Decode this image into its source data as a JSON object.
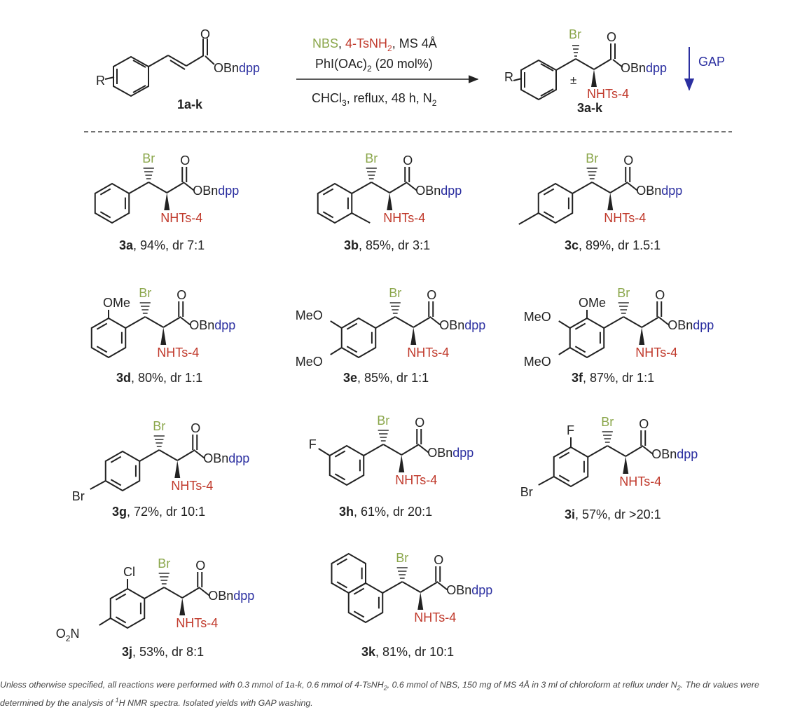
{
  "colors": {
    "green": "#8aa64a",
    "red": "#c0392b",
    "blue": "#2b2fa0",
    "black": "#222222"
  },
  "scheme": {
    "reagent": {
      "name": "1a-k",
      "r": "R",
      "ester_o": "OBn",
      "ester_gap": "dpp",
      "carbonyl": "O"
    },
    "conditions": {
      "nbs": "NBS",
      "comma1": ", ",
      "tsnh_base": "4-TsNH",
      "tsnh_sub": "2",
      "ms": ", MS 4Å",
      "line2_base": "PhI(OAc)",
      "line2_sub": "2",
      "line2_rest": " (20 mol%)",
      "line3_base": "CHCl",
      "line3_sub": "3",
      "line3_mid": ", reflux, 48 h, N",
      "line3_sub2": "2"
    },
    "product": {
      "name": "3a-k",
      "pm": "±",
      "r": "R"
    },
    "gap_label": "GAP"
  },
  "labels": {
    "br": "Br",
    "o": "O",
    "obn": "OBn",
    "dpp": "dpp",
    "nhts": "NHTs-4",
    "ome": "OMe",
    "meo": "MeO",
    "f": "F",
    "cl": "Cl",
    "o2n_a": "O",
    "o2n_sub": "2",
    "o2n_b": "N"
  },
  "products": [
    {
      "id": "3a",
      "rest": ", 94%, dr 7:1"
    },
    {
      "id": "3b",
      "rest": ", 85%, dr 3:1"
    },
    {
      "id": "3c",
      "rest": ", 89%, dr 1.5:1"
    },
    {
      "id": "3d",
      "rest": ", 80%, dr 1:1"
    },
    {
      "id": "3e",
      "rest": ", 85%, dr 1:1"
    },
    {
      "id": "3f",
      "rest": ", 87%, dr 1:1"
    },
    {
      "id": "3g",
      "rest": ", 72%, dr 10:1"
    },
    {
      "id": "3h",
      "rest": ", 61%, dr 20:1"
    },
    {
      "id": "3i",
      "rest": ", 57%, dr >20:1"
    },
    {
      "id": "3j",
      "rest": ", 53%, dr 8:1"
    },
    {
      "id": "3k",
      "rest": ", 81%, dr 10:1"
    }
  ],
  "footnote": {
    "p1": "Unless otherwise specified, all reactions were performed with 0.3 mmol of 1a-k, 0.6 mmol of 4-TsNH",
    "s1": "2",
    "p2": ", 0.6 mmol of NBS, 150 mg of MS 4Å in 3 ml of chloroform at reflux under N",
    "s2": "2",
    "p3": ". The dr values were determined by the analysis of ",
    "sup": "1",
    "p4": "H NMR spectra. Isolated yields with GAP washing."
  }
}
